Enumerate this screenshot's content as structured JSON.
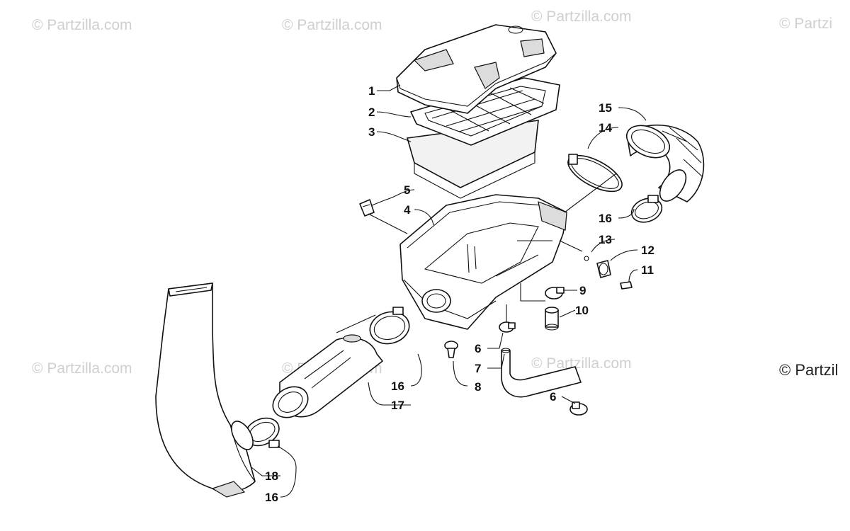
{
  "watermarks": [
    "© Partzilla.com",
    "© Partzilla.com",
    "© Partzilla.com",
    "© Partzi",
    "© Partzilla.com",
    "© Partzilla.com",
    "© Partzilla.com",
    "© Partzil"
  ],
  "callouts": {
    "c1": "1",
    "c2": "2",
    "c3": "3",
    "c4": "4",
    "c5": "5",
    "c6a": "6",
    "c6b": "6",
    "c7": "7",
    "c8": "8",
    "c9": "9",
    "c10": "10",
    "c11": "11",
    "c12": "12",
    "c13": "13",
    "c14": "14",
    "c15": "15",
    "c16a": "16",
    "c16b": "16",
    "c16c": "16",
    "c17": "17",
    "c18": "18"
  }
}
